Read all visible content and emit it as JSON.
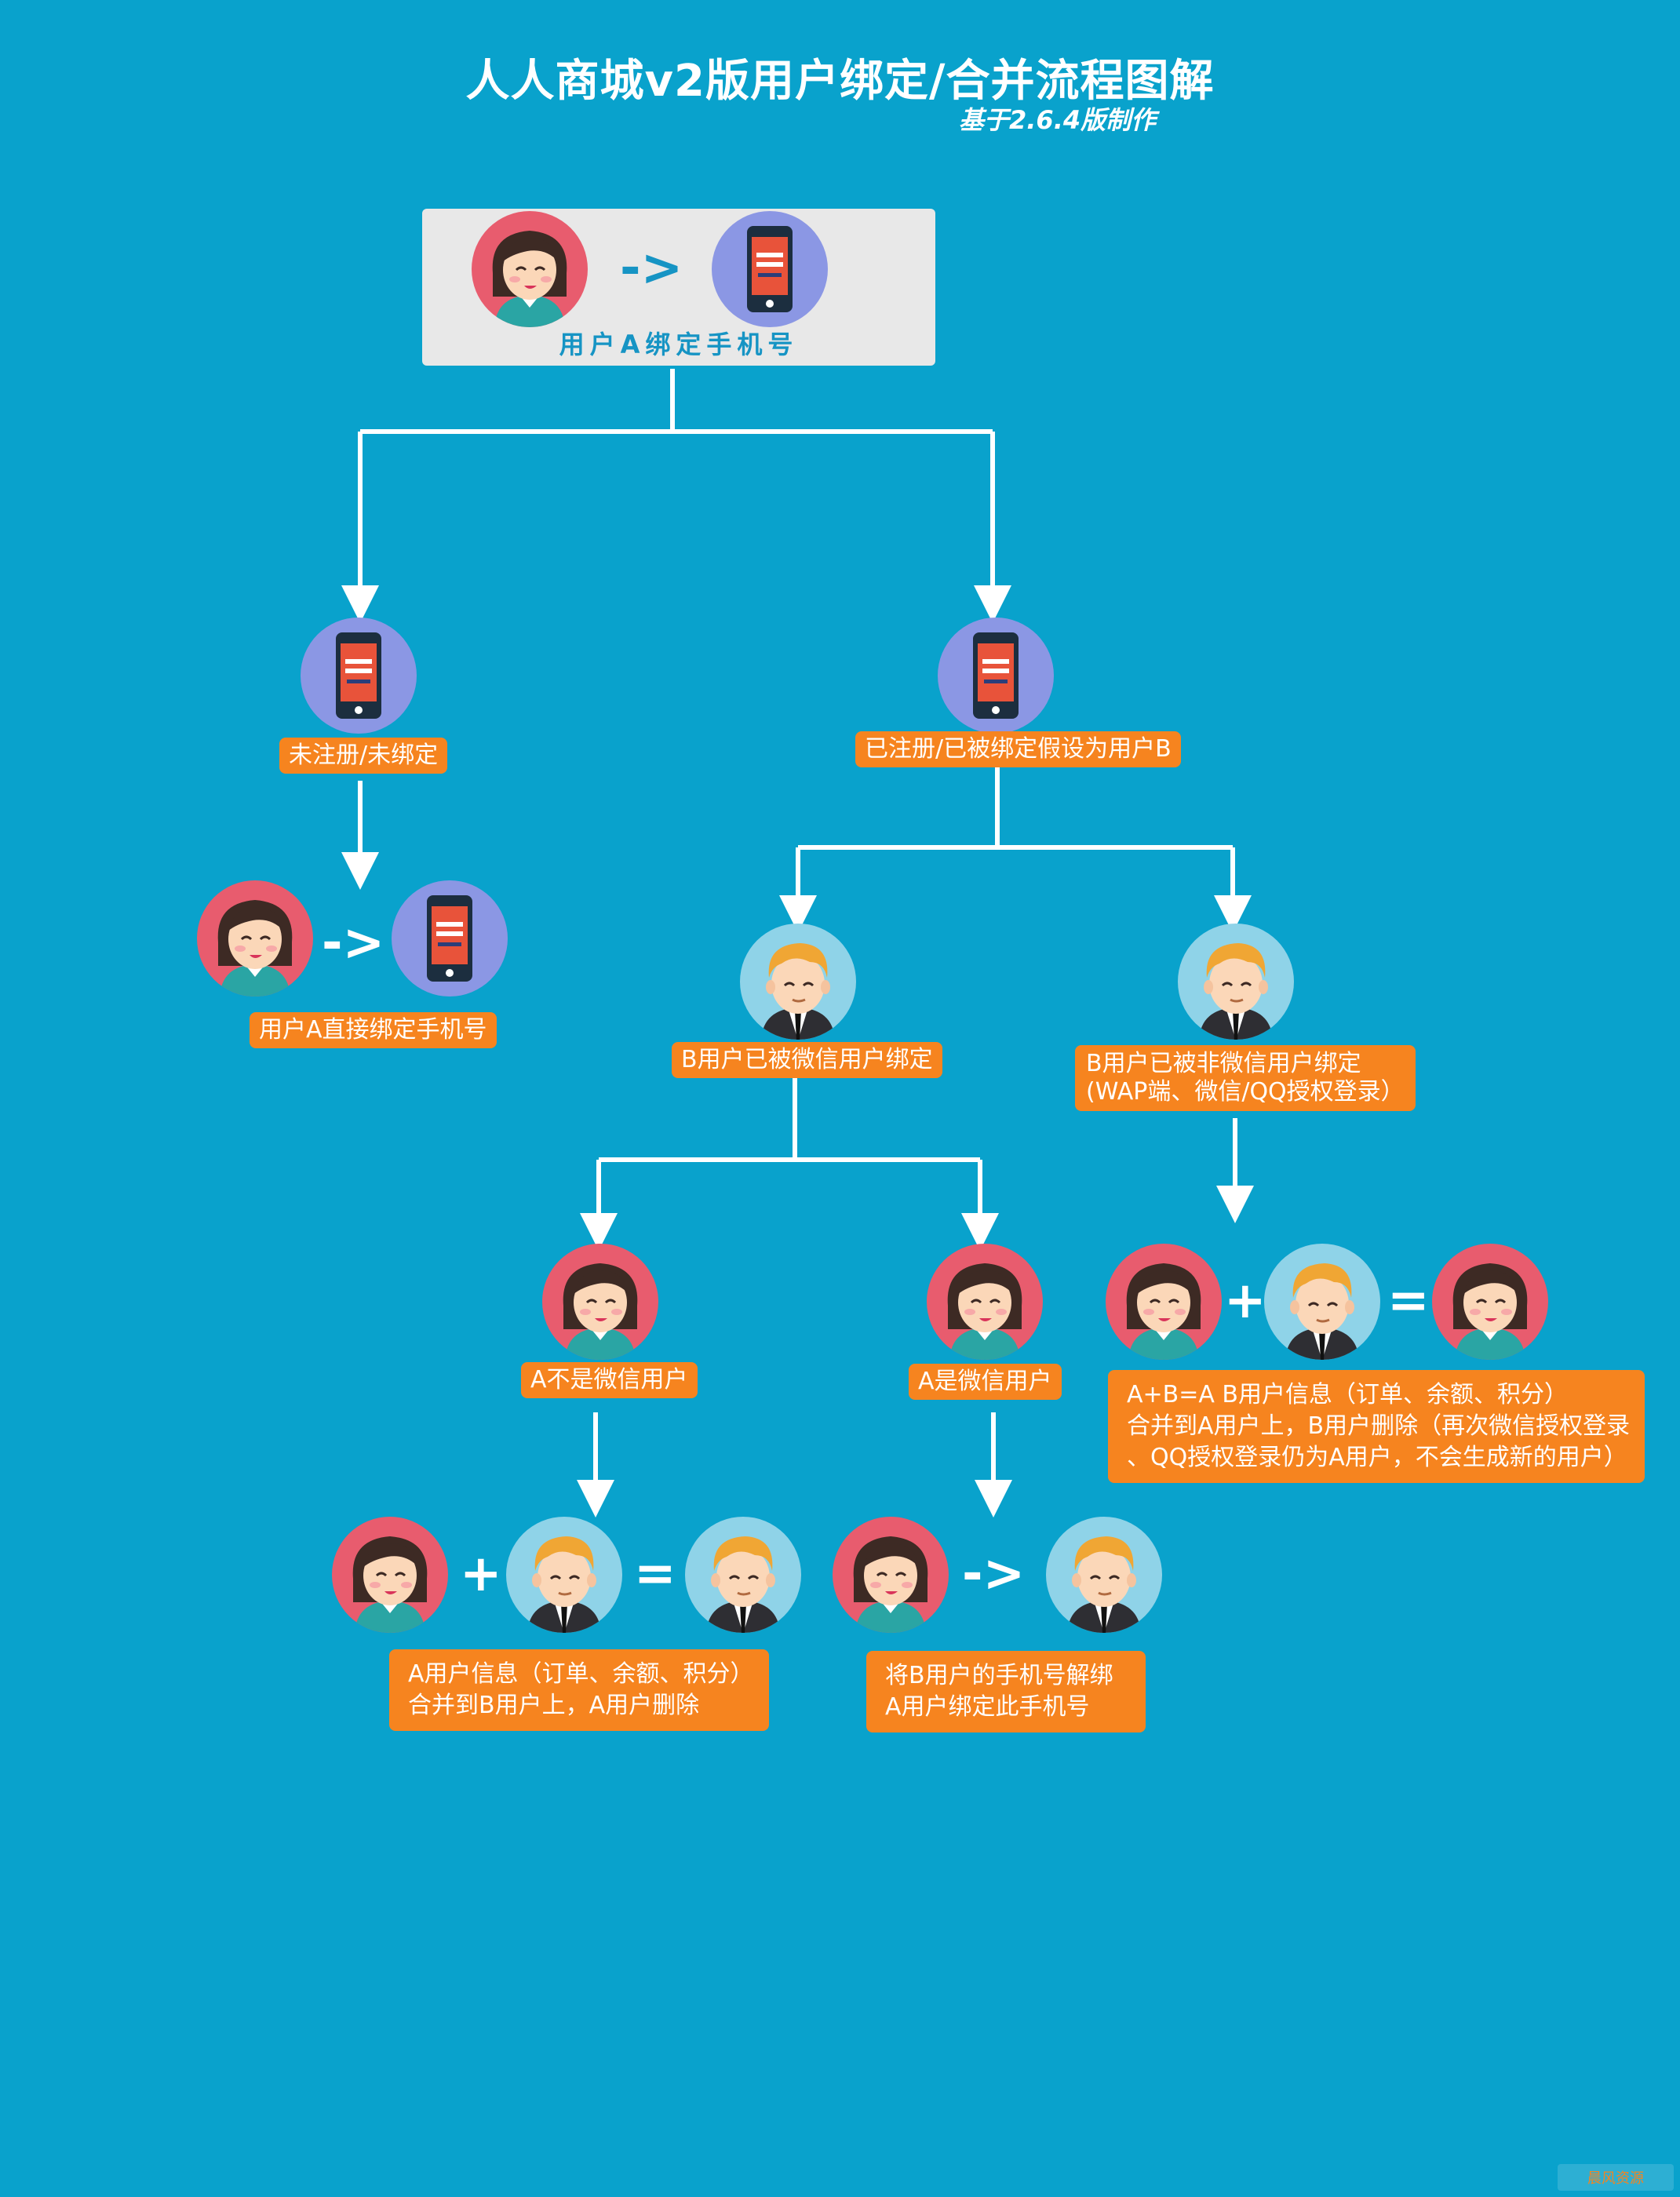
{
  "header": {
    "title": "人人商城v2版用户绑定/合并流程图解",
    "subtitle": "基于2.6.4版制作"
  },
  "top": {
    "label": "用户A绑定手机号",
    "arrow": "->"
  },
  "left_branch": {
    "status": "未注册/未绑定",
    "arrow": "->",
    "result": "用户A直接绑定手机号"
  },
  "right_branch": {
    "status": "已注册/已被绑定假设为用户B",
    "wechat_bound": {
      "label": "B用户已被微信用户绑定",
      "not_wechat": {
        "label": "A不是微信用户",
        "plus": "+",
        "equals": "=",
        "result": "A用户信息（订单、余额、积分）\n合并到B用户上，A用户删除"
      },
      "is_wechat": {
        "label": "A是微信用户",
        "arrow": "->",
        "result": "将B用户的手机号解绑\nA用户绑定此手机号"
      }
    },
    "non_wechat_bound": {
      "label": "B用户已被非微信用户绑定\n(WAP端、微信/QQ授权登录）",
      "plus": "+",
      "equals": "=",
      "result": "A+B=A B用户信息（订单、余额、积分）\n合并到A用户上，B用户删除（再次微信授权登录\n、QQ授权登录仍为A用户，不会生成新的用户）"
    }
  },
  "icons": {
    "female": "female-user-avatar-icon",
    "male": "male-user-avatar-icon",
    "phone": "mobile-phone-icon"
  },
  "colors": {
    "background": "#09a2cc",
    "tag": "#f6841f",
    "female_ring": "#e85c6e",
    "male_ring": "#8fd3e8",
    "phone_ring": "#8b97e4"
  },
  "watermark": "晨风资源"
}
